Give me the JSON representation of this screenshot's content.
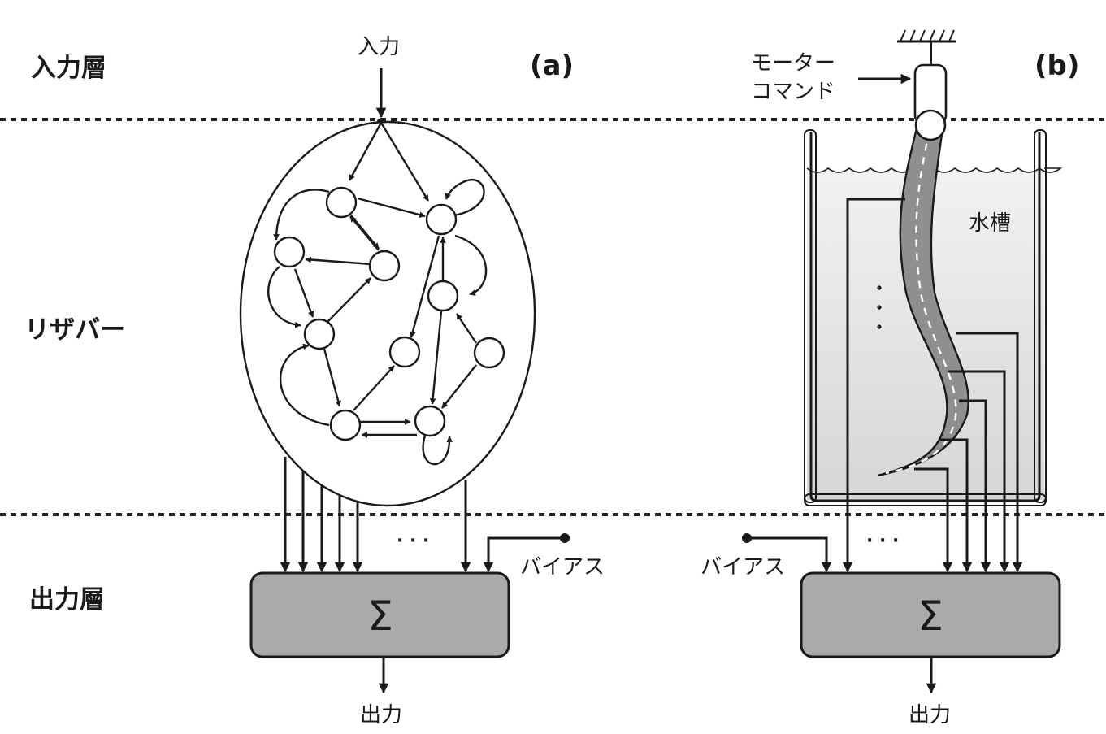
{
  "layers": {
    "input": "入力層",
    "reservoir": "リザバー",
    "output": "出力層"
  },
  "panel_a": {
    "tag": "(a)",
    "input_label": "入力",
    "bias_label": "バイアス",
    "sum_symbol": "Σ",
    "output_label": "出力",
    "ellipsis": "· · ·"
  },
  "panel_b": {
    "tag": "(b)",
    "motor_line1": "モーター",
    "motor_line2": "コマンド",
    "tank_label": "水槽",
    "bias_label": "バイアス",
    "sum_symbol": "Σ",
    "output_label": "出力",
    "ellipsis": "· · ·"
  }
}
